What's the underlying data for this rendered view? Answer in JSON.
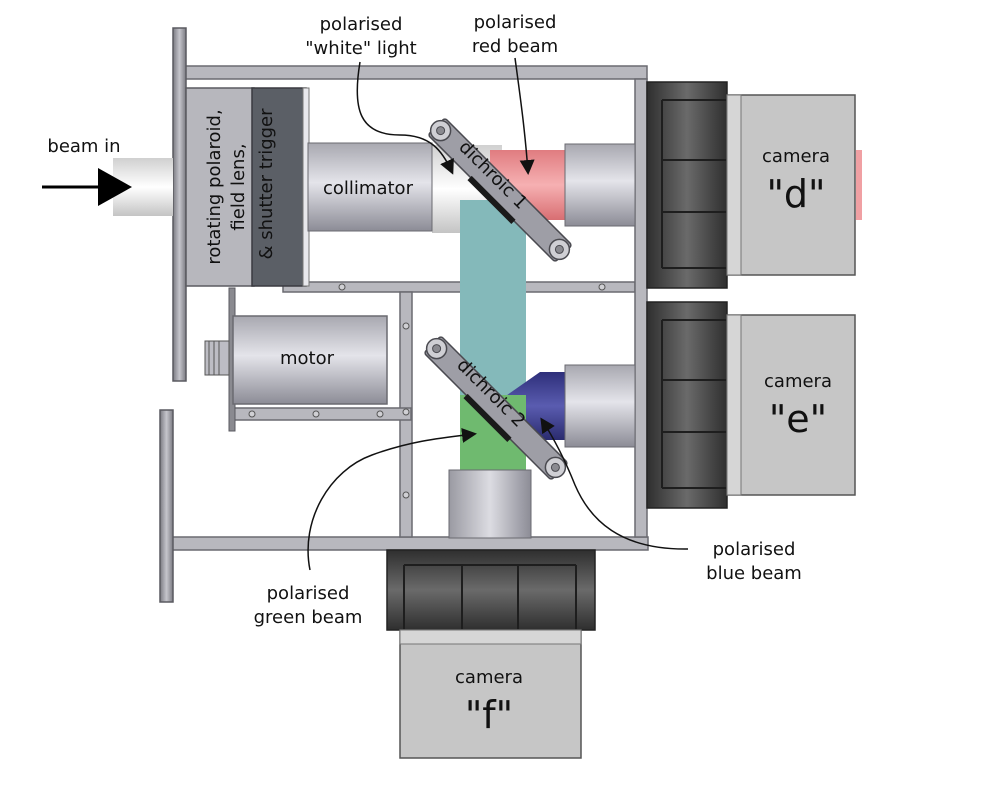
{
  "labels": {
    "beam_in": "beam in",
    "white_light_1": "polarised",
    "white_light_2": "\"white\" light",
    "red_beam_1": "polarised",
    "red_beam_2": "red beam",
    "blue_beam_1": "polarised",
    "blue_beam_2": "blue beam",
    "green_beam_1": "polarised",
    "green_beam_2": "green beam",
    "polaroid_1": "rotating polaroid,",
    "polaroid_2": "field lens,",
    "polaroid_3": "& shutter trigger",
    "collimator": "collimator",
    "motor": "motor",
    "dichroic_1": "dichroic 1",
    "dichroic_2": "dichroic 2"
  },
  "cameras": {
    "d": {
      "word": "camera",
      "id": "\"d\""
    },
    "e": {
      "word": "camera",
      "id": "\"e\""
    },
    "f": {
      "word": "camera",
      "id": "\"f\""
    }
  },
  "colors": {
    "red_beam": "#e8878a",
    "teal_beam": "#7fb5b5",
    "blue_beam": "#3a3c8c",
    "green_beam": "#6db56d",
    "frame": "#9c9ca4",
    "camera_body": "#c8c8c8",
    "lens_dark": "#3c3c3c"
  }
}
